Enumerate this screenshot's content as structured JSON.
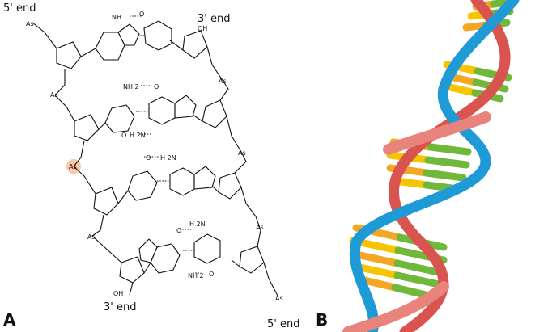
{
  "panels": {
    "a": "A",
    "b": "B"
  },
  "ends": {
    "left_top": "5' end",
    "right_top": "3' end",
    "left_bottom": "3' end",
    "right_bottom": "5' end"
  },
  "atoms": {
    "as": "As",
    "nh": "NH",
    "nh2": "NH 2",
    "h2n": "H 2N",
    "h2n_tight": "H2N",
    "nh2_tight": "NH2",
    "n": "N",
    "o": "O",
    "oh": "OH",
    "h": "H"
  },
  "colors": {
    "blue_strand": "#1e9bd7",
    "red_strand": "#e0605a",
    "rung_orange": "#f5a623",
    "rung_yellow": "#f7c400",
    "rung_green": "#6fb83a",
    "highlight": "#f9c7a9"
  }
}
